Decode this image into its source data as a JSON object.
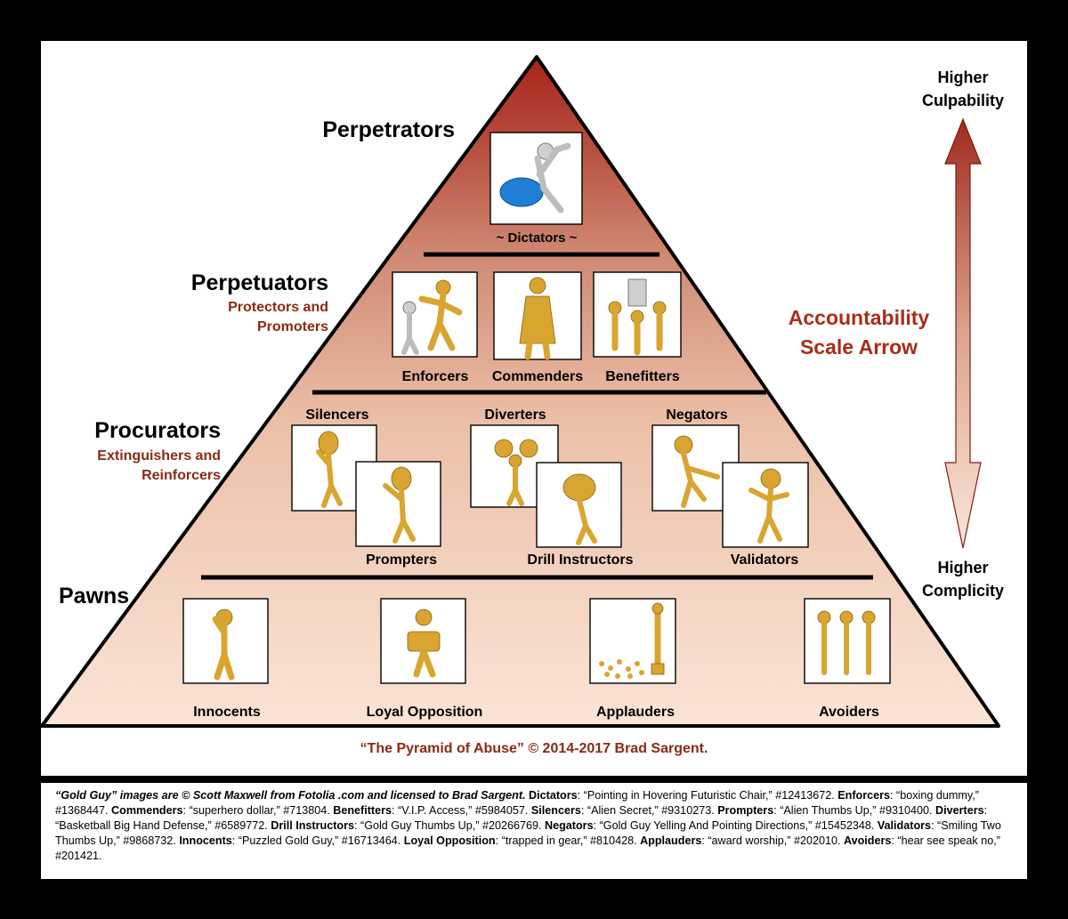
{
  "tiers": {
    "perpetrators": {
      "label": "Perpetrators",
      "items": [
        "~ Dictators ~"
      ]
    },
    "perpetuators": {
      "label": "Perpetuators",
      "sublabel_line1": "Protectors and",
      "sublabel_line2": "Promoters",
      "items": [
        "Enforcers",
        "Commenders",
        "Benefitters"
      ]
    },
    "procurators": {
      "label": "Procurators",
      "sublabel_line1": "Extinguishers and",
      "sublabel_line2": "Reinforcers",
      "top_items": [
        "Silencers",
        "Diverters",
        "Negators"
      ],
      "bottom_items": [
        "Prompters",
        "Drill Instructors",
        "Validators"
      ]
    },
    "pawns": {
      "label": "Pawns",
      "items": [
        "Innocents",
        "Loyal Opposition",
        "Applauders",
        "Avoiders"
      ]
    }
  },
  "scale": {
    "top_line1": "Higher",
    "top_line2": "Culpability",
    "bottom_line1": "Higher",
    "bottom_line2": "Complicity",
    "arrow_line1": "Accountability",
    "arrow_line2": "Scale Arrow"
  },
  "copyright": "“The Pyramid of Abuse” © 2014-2017 Brad Sargent.",
  "credits": [
    {
      "t": "i",
      "v": "“Gold Guy” images are © Scott Maxwell from Fotolia .com and licensed to Brad Sargent."
    },
    {
      "t": "b",
      "v": " Dictators"
    },
    {
      "t": "n",
      "v": ": “Pointing in Hovering Futuristic Chair,” #12413672. "
    },
    {
      "t": "b",
      "v": "Enforcers"
    },
    {
      "t": "n",
      "v": ": “boxing dummy,” #1368447. "
    },
    {
      "t": "b",
      "v": "Commenders"
    },
    {
      "t": "n",
      "v": ": “superhero dollar,” #713804. "
    },
    {
      "t": "b",
      "v": "Benefitters"
    },
    {
      "t": "n",
      "v": ": “V.I.P. Access,” #5984057. "
    },
    {
      "t": "b",
      "v": "Silencers"
    },
    {
      "t": "n",
      "v": ": “Alien Secret,” #9310273. "
    },
    {
      "t": "b",
      "v": "Prompters"
    },
    {
      "t": "n",
      "v": ": “Alien Thumbs Up,” #9310400. "
    },
    {
      "t": "b",
      "v": "Diverters"
    },
    {
      "t": "n",
      "v": ": “Basketball Big Hand Defense,” #6589772. "
    },
    {
      "t": "b",
      "v": "Drill Instructors"
    },
    {
      "t": "n",
      "v": ": “Gold Guy Thumbs Up,” #20266769. "
    },
    {
      "t": "b",
      "v": "Negators"
    },
    {
      "t": "n",
      "v": ": “Gold Guy Yelling And Pointing Directions,” #15452348. "
    },
    {
      "t": "b",
      "v": "Validators"
    },
    {
      "t": "n",
      "v": ": “Smiling Two Thumbs Up,” #9868732. "
    },
    {
      "t": "b",
      "v": "Innocents"
    },
    {
      "t": "n",
      "v": ": “Puzzled Gold Guy,” #16713464. "
    },
    {
      "t": "b",
      "v": "Loyal Opposition"
    },
    {
      "t": "n",
      "v": ": “trapped in gear,” #810428. "
    },
    {
      "t": "b",
      "v": "Applauders"
    },
    {
      "t": "n",
      "v": ": “award worship,” #202010. "
    },
    {
      "t": "b",
      "v": "Avoiders"
    },
    {
      "t": "n",
      "v": ": “hear see speak no,” #201421."
    }
  ],
  "colors": {
    "apex": "#a8241b",
    "pawns_base": "#fbe4d6",
    "label_accent": "#8a2a15",
    "arrow_top": "#a02a1e",
    "arrow_bottom": "#fbe6d8",
    "gold": "#d9a531"
  }
}
